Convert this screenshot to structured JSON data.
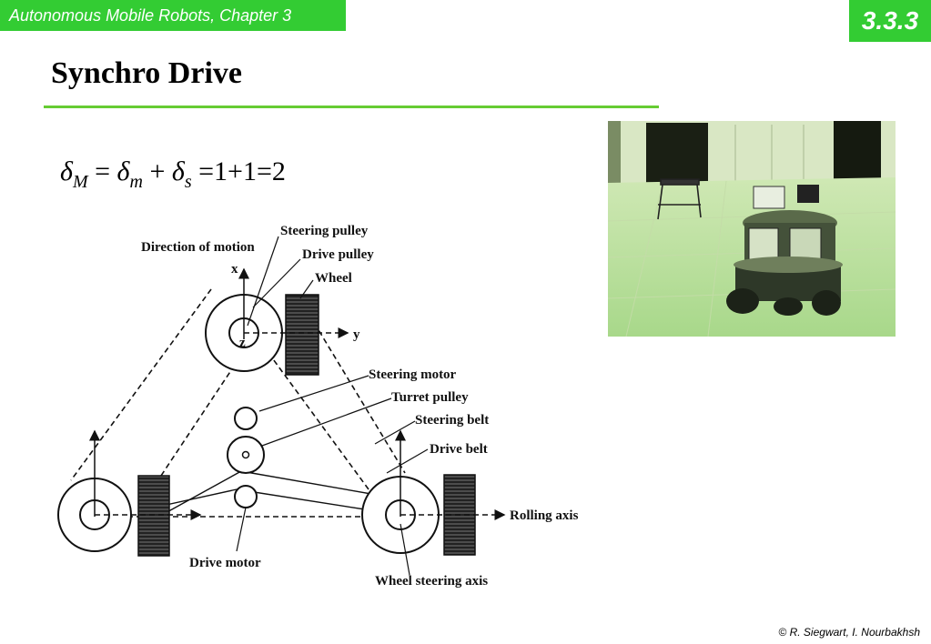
{
  "header": {
    "course_title": "Autonomous Mobile Robots, Chapter 3",
    "section_number": "3.3.3"
  },
  "slide": {
    "title": "Synchro Drive"
  },
  "equation": {
    "lhs_symbol": "δ",
    "lhs_sub": "M",
    "equals_1": "=",
    "term1_symbol": "δ",
    "term1_sub": "m",
    "plus_1": "+",
    "term2_symbol": "δ",
    "term2_sub": "s",
    "equals_2": "=",
    "value_a": "1",
    "plus_2": "+",
    "value_b": "1",
    "equals_3": "=",
    "result": "2"
  },
  "diagram": {
    "labels": {
      "direction_of_motion": "Direction of motion",
      "steering_pulley": "Steering pulley",
      "drive_pulley": "Drive pulley",
      "wheel": "Wheel",
      "axis_x": "x",
      "axis_y": "y",
      "axis_z": "z",
      "steering_motor": "Steering motor",
      "turret_pulley": "Turret pulley",
      "steering_belt": "Steering belt",
      "drive_belt": "Drive belt",
      "rolling_axis": "Rolling axis",
      "drive_motor": "Drive motor",
      "wheel_steering_axis": "Wheel steering axis"
    }
  },
  "footer": {
    "copyright": "© R. Siegwart, I. Nourbakhsh"
  },
  "colors": {
    "accent_green": "#33cc33",
    "rule_green": "#66cc33"
  }
}
